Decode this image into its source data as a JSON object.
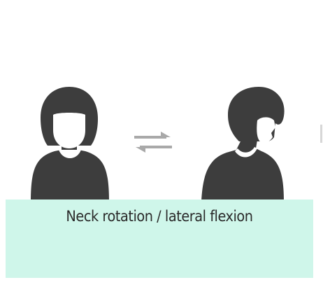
{
  "caption": {
    "text": "Neck rotation / lateral flexion"
  },
  "figures": {
    "left_person": "person-neutral",
    "right_person": "person-head-tilted"
  },
  "icons": {
    "swap": "swap-arrows-icon"
  },
  "colors": {
    "figure": "#3d3d3d",
    "arrow": "#a9a9a9",
    "panel": "#cff6ea",
    "text": "#2a2a2a",
    "background": "#ffffff"
  }
}
